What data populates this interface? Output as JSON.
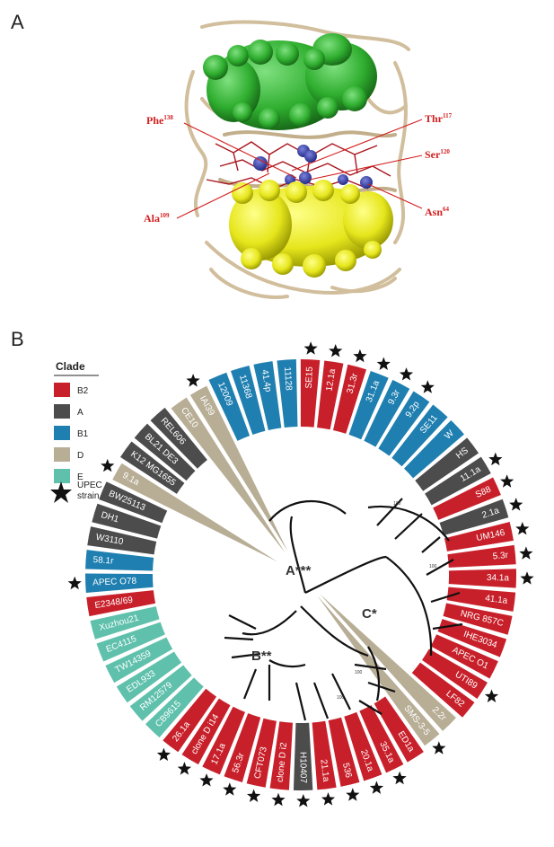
{
  "panel_a": {
    "letter": "A",
    "residues": [
      {
        "name": "Phe",
        "num": "138"
      },
      {
        "name": "Thr",
        "num": "117"
      },
      {
        "name": "Ser",
        "num": "120"
      },
      {
        "name": "Ala",
        "num": "109"
      },
      {
        "name": "Asn",
        "num": "64"
      }
    ]
  },
  "panel_b": {
    "letter": "B",
    "legend": {
      "title": "Clade",
      "items": [
        {
          "label": "B2",
          "color": "#c8202a"
        },
        {
          "label": "A",
          "color": "#4c4c4c"
        },
        {
          "label": "B1",
          "color": "#1f7fb0"
        },
        {
          "label": "D",
          "color": "#b8ae96"
        },
        {
          "label": "E",
          "color": "#5fc0ac"
        }
      ],
      "upec_label_1": "UPEC",
      "upec_label_2": "strain"
    },
    "clade_markers": [
      "A***",
      "B**",
      "C*"
    ],
    "tips": [
      {
        "label": "31.3r",
        "clade": "B2",
        "upec": true
      },
      {
        "label": "31.1a",
        "clade": "B1",
        "upec": true
      },
      {
        "label": "9.3r",
        "clade": "B1",
        "upec": true
      },
      {
        "label": "9.2p",
        "clade": "B1",
        "upec": true
      },
      {
        "label": "SE11",
        "clade": "B1",
        "upec": false
      },
      {
        "label": "W",
        "clade": "B1",
        "upec": false
      },
      {
        "label": "HS",
        "clade": "A",
        "upec": false
      },
      {
        "label": "11.1a",
        "clade": "A",
        "upec": true
      },
      {
        "label": "S88",
        "clade": "B2",
        "upec": true
      },
      {
        "label": "2.1a",
        "clade": "A",
        "upec": true
      },
      {
        "label": "UM146",
        "clade": "B2",
        "upec": true
      },
      {
        "label": "5.3r",
        "clade": "B2",
        "upec": true
      },
      {
        "label": "34.1a",
        "clade": "B2",
        "upec": true
      },
      {
        "label": "41.1a",
        "clade": "B2",
        "upec": false
      },
      {
        "label": "NRG 857C",
        "clade": "B2",
        "upec": false
      },
      {
        "label": "IHE3034",
        "clade": "B2",
        "upec": false
      },
      {
        "label": "APEC O1",
        "clade": "B2",
        "upec": false
      },
      {
        "label": "UTI89",
        "clade": "B2",
        "upec": true
      },
      {
        "label": "LF82",
        "clade": "B2",
        "upec": false
      },
      {
        "label": "2.2r",
        "clade": "D",
        "upec": false
      },
      {
        "label": "SMS-3-5",
        "clade": "D",
        "upec": true
      },
      {
        "label": "ED1a",
        "clade": "B2",
        "upec": false
      },
      {
        "label": "35.1a",
        "clade": "B2",
        "upec": true
      },
      {
        "label": "20.1a",
        "clade": "B2",
        "upec": true
      },
      {
        "label": "536",
        "clade": "B2",
        "upec": true
      },
      {
        "label": "21.1a",
        "clade": "B2",
        "upec": true
      },
      {
        "label": "H10407",
        "clade": "A",
        "upec": true
      },
      {
        "label": "clone D i2",
        "clade": "B2",
        "upec": true
      },
      {
        "label": "CFT073",
        "clade": "B2",
        "upec": true
      },
      {
        "label": "56.3r",
        "clade": "B2",
        "upec": true
      },
      {
        "label": "17.1a",
        "clade": "B2",
        "upec": true
      },
      {
        "label": "clone D i14",
        "clade": "B2",
        "upec": true
      },
      {
        "label": "26.1a",
        "clade": "B2",
        "upec": true
      },
      {
        "label": "CB9615",
        "clade": "E",
        "upec": false
      },
      {
        "label": "RM12579",
        "clade": "E",
        "upec": false
      },
      {
        "label": "EDL933",
        "clade": "E",
        "upec": false
      },
      {
        "label": "TW14359",
        "clade": "E",
        "upec": false
      },
      {
        "label": "EC4115",
        "clade": "E",
        "upec": false
      },
      {
        "label": "Xuzhou21",
        "clade": "E",
        "upec": false
      },
      {
        "label": "E2348/69",
        "clade": "B2",
        "upec": false
      },
      {
        "label": "APEC O78",
        "clade": "B1",
        "upec": true
      },
      {
        "label": "58.1r",
        "clade": "B1",
        "upec": false
      },
      {
        "label": "W3110",
        "clade": "A",
        "upec": false
      },
      {
        "label": "DH1",
        "clade": "A",
        "upec": false
      },
      {
        "label": "BW25113",
        "clade": "A",
        "upec": false
      },
      {
        "label": "9.1a",
        "clade": "D",
        "upec": true
      },
      {
        "label": "K12 MG1655",
        "clade": "A",
        "upec": false
      },
      {
        "label": "BL21 DE3",
        "clade": "A",
        "upec": false
      },
      {
        "label": "REL606",
        "clade": "A",
        "upec": false
      },
      {
        "label": "CE10",
        "clade": "D",
        "upec": false
      },
      {
        "label": "IAI39",
        "clade": "D",
        "upec": true
      },
      {
        "label": "12009",
        "clade": "B1",
        "upec": false
      },
      {
        "label": "11368",
        "clade": "B1",
        "upec": false
      },
      {
        "label": "41.4p",
        "clade": "B1",
        "upec": false
      },
      {
        "label": "11128",
        "clade": "B1",
        "upec": false
      },
      {
        "label": "SE15",
        "clade": "B2",
        "upec": true
      },
      {
        "label": "12.1a",
        "clade": "B2",
        "upec": true
      }
    ],
    "bootstrap": "100"
  }
}
